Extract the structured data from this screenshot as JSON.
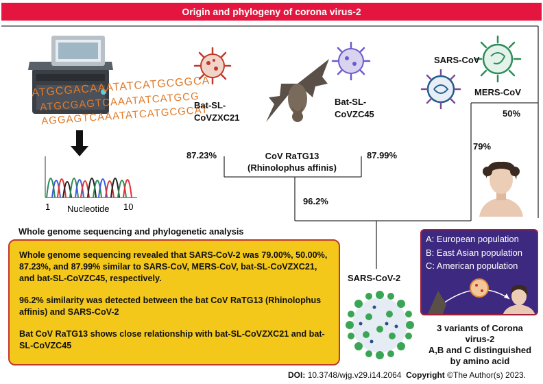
{
  "title": "Origin and phylogeny of corona virus-2",
  "sequencer": {
    "dna_line1": "ATGCGACAAATATCATGCGGCAT",
    "dna_line2": "ATGCGAGTCAAATATCATGCG",
    "dna_line3": "AGGAGTCAAATATCATGCGCAT",
    "axis_start": "1",
    "axis_end": "10",
    "axis_label": "Nucleotide"
  },
  "section_heading": "Whole genome sequencing and phylogenetic analysis",
  "tree": {
    "bat_left": [
      "Bat-SL-",
      "CoVZXC21"
    ],
    "bat_right": [
      "Bat-SL-",
      "CoVZC45"
    ],
    "ratg13": [
      "CoV RaTG13",
      "(Rhinolophus  affinis)"
    ],
    "pct_left": "87.23%",
    "pct_right": "87.99%",
    "pct_ratg": "96.2%",
    "sars": "SARS-CoV",
    "mers": "MERS-CoV",
    "pct_mers": "50%",
    "pct_sars": "79%",
    "sars2": "SARS-CoV-2"
  },
  "summary": {
    "p1": "Whole genome sequencing revealed that SARS-CoV-2 was 79.00%, 50.00%, 87.23%, and 87.99% similar to SARS-CoV, MERS-CoV, bat-SL-CoVZXC21, and bat-SL-CoVZC45, respectively.",
    "p2": "96.2% similarity was detected between the bat CoV  RaTG13 (Rhinolophus affinis) and SARS-CoV-2",
    "p3": "Bat CoV RaTG13 shows close relationship  with  bat-SL-CoVZXC21 and bat-SL-CoVZC45"
  },
  "variants": {
    "items": [
      "A: European population",
      "B: East Asian population",
      "C:  American population"
    ],
    "caption": [
      "3 variants of Corona",
      "virus-2",
      "A,B and C  distinguished",
      "by amino acid"
    ]
  },
  "footer": {
    "doi_label": "DOI:",
    "doi": "10.3748/wjg.v29.i14.2064",
    "copyright_label": "Copyright",
    "copyright": "©The Author(s) 2023."
  },
  "colors": {
    "title_bar": "#e4163f",
    "summary_bg": "#f3c81b",
    "summary_border": "#c0392b",
    "variants_bg": "#3d2a80",
    "tree_line": "#333333",
    "virus_red": "#c0392b",
    "virus_purple": "#6a5acd",
    "virus_teal": "#2e8b57",
    "virus_green": "#3aa655"
  }
}
